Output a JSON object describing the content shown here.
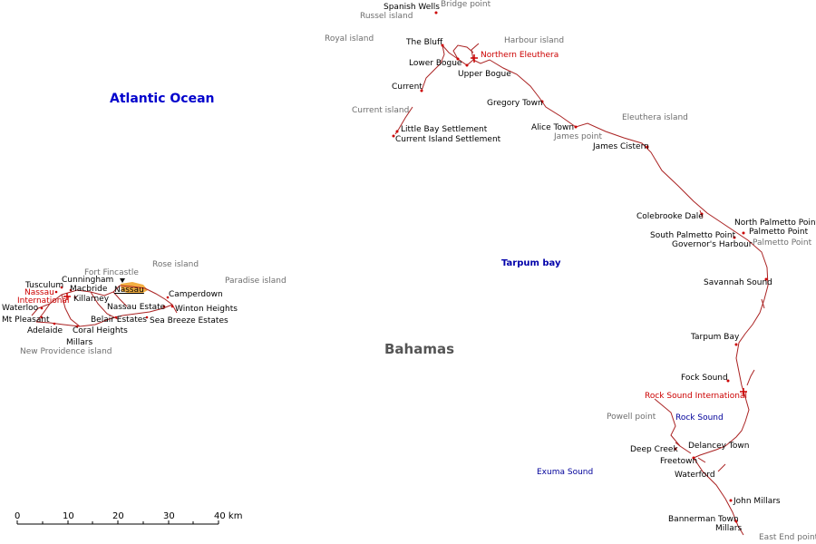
{
  "colors": {
    "road": "#aa2222",
    "town_dot": "#cc0000",
    "town_text": "#000000",
    "geo_text": "#6e6e6e",
    "airport": "#cc0000",
    "sea": "#00009a",
    "urban": "#f0a020"
  },
  "oceans": {
    "atlantic": "Atlantic Ocean"
  },
  "country": "Bahamas",
  "bays": {
    "tarpum": "Tarpum bay"
  },
  "seas": {
    "rock_sound": "Rock Sound",
    "exuma_sound": "Exuma Sound"
  },
  "islands": {
    "russel": "Russel island",
    "royal": "Royal island",
    "harbour": "Harbour island",
    "current": "Current island",
    "eleuthera": "Eleuthera island",
    "rose": "Rose island",
    "paradise": "Paradise island",
    "new_providence": "New Providence island"
  },
  "points": {
    "bridge": "Bridge point",
    "james": "James point",
    "palmetto": "Palmetto Point",
    "powell": "Powell point",
    "east_end": "East End point",
    "fort_fincastle": "Fort Fincastle"
  },
  "airports": {
    "northern_eleuthera": "Northern Eleuthera",
    "rock_sound_intl": "Rock Sound International",
    "nassau_intl_1": "Nassau",
    "nassau_intl_2": "International"
  },
  "towns": {
    "spanish_wells": "Spanish Wells",
    "the_bluff": "The Bluff",
    "lower_bogue": "Lower Bogue",
    "upper_bogue": "Upper Bogue",
    "current": "Current",
    "gregory_town": "Gregory Town",
    "little_bay": "Little Bay Settlement",
    "current_island_settlement": "Current Island Settlement",
    "alice_town": "Alice Town",
    "james_cistern": "James Cistern",
    "colebrooke_dale": "Colebrooke Dale",
    "north_palmetto": "North Palmetto Point",
    "palmetto_point": "Palmetto Point",
    "south_palmetto": "South Palmetto Point",
    "governors_harbour": "Governor's Harbour",
    "savannah_sound": "Savannah Sound",
    "tarpum_bay": "Tarpum Bay",
    "fock_sound": "Fock Sound",
    "deep_creek": "Deep Creek",
    "delancey_town": "Delancey Town",
    "freetown": "Freetown",
    "waterford": "Waterford",
    "john_millars": "John Millars",
    "bannerman_town": "Bannerman Town",
    "millars_e": "Millars",
    "cunningham": "Cunningham",
    "tusculum": "Tusculum",
    "macbride": "Macbride",
    "nassau": "Nassau",
    "killarney": "Killarney",
    "camperdown": "Camperdown",
    "waterloo": "Waterloo",
    "nassau_estate": "Nassau Estate",
    "winton_heights": "Winton Heights",
    "mt_pleasant": "Mt Pleasant",
    "belair_estates": "Belair Estates",
    "sea_breeze": "Sea Breeze Estates",
    "adelaide": "Adelaide",
    "coral_heights": "Coral Heights",
    "millars_w": "Millars"
  },
  "scale": {
    "ticks": [
      "0",
      "10",
      "20",
      "30",
      "40 km"
    ]
  }
}
